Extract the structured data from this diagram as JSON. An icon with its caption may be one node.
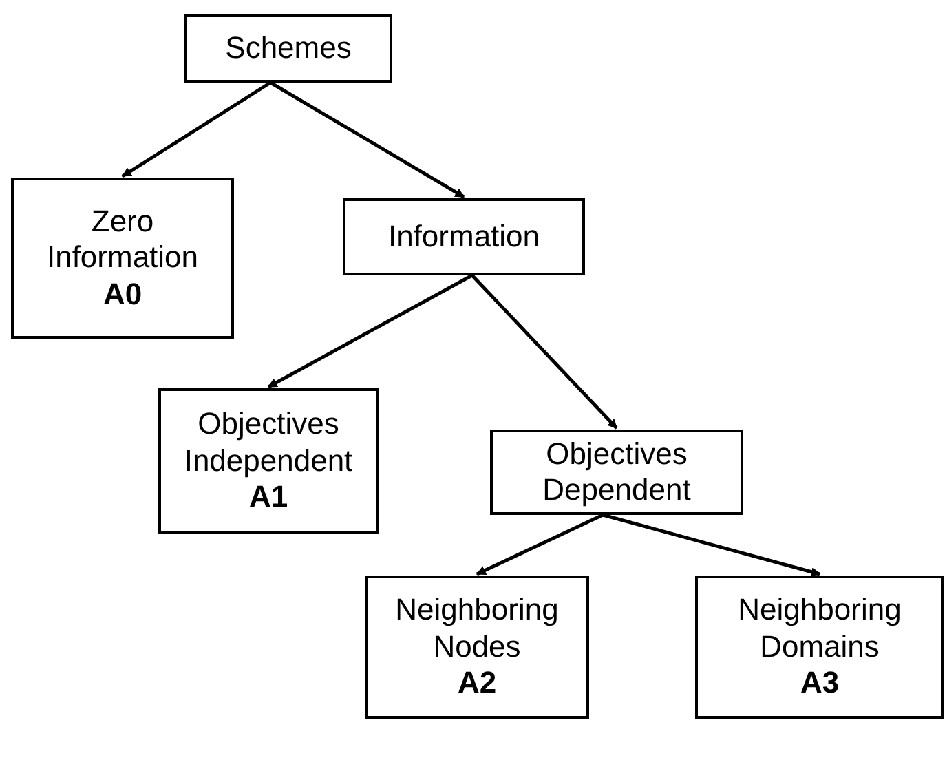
{
  "diagram": {
    "nodes": [
      {
        "text": [
          "Schemes"
        ]
      },
      {
        "text": [
          "Zero Information",
          "A0"
        ]
      },
      {
        "text": [
          "Information"
        ]
      },
      {
        "text": [
          "Objectives Independent",
          "A1"
        ]
      },
      {
        "text": [
          "Objectives Dependent"
        ]
      },
      {
        "text": [
          "Neighboring Nodes",
          "A2"
        ]
      },
      {
        "text": [
          "Neighboring Domains",
          "A3"
        ]
      }
    ],
    "edges": [
      {
        "from": 0,
        "to": 1,
        "arrow": "to"
      },
      {
        "from": 0,
        "to": 2,
        "arrow": "to"
      },
      {
        "from": 2,
        "to": 3,
        "arrow": "to"
      },
      {
        "from": 2,
        "to": 4,
        "arrow": "to"
      },
      {
        "from": 4,
        "to": 5,
        "arrow": "to"
      },
      {
        "from": 4,
        "to": 6,
        "arrow": "to"
      }
    ]
  }
}
